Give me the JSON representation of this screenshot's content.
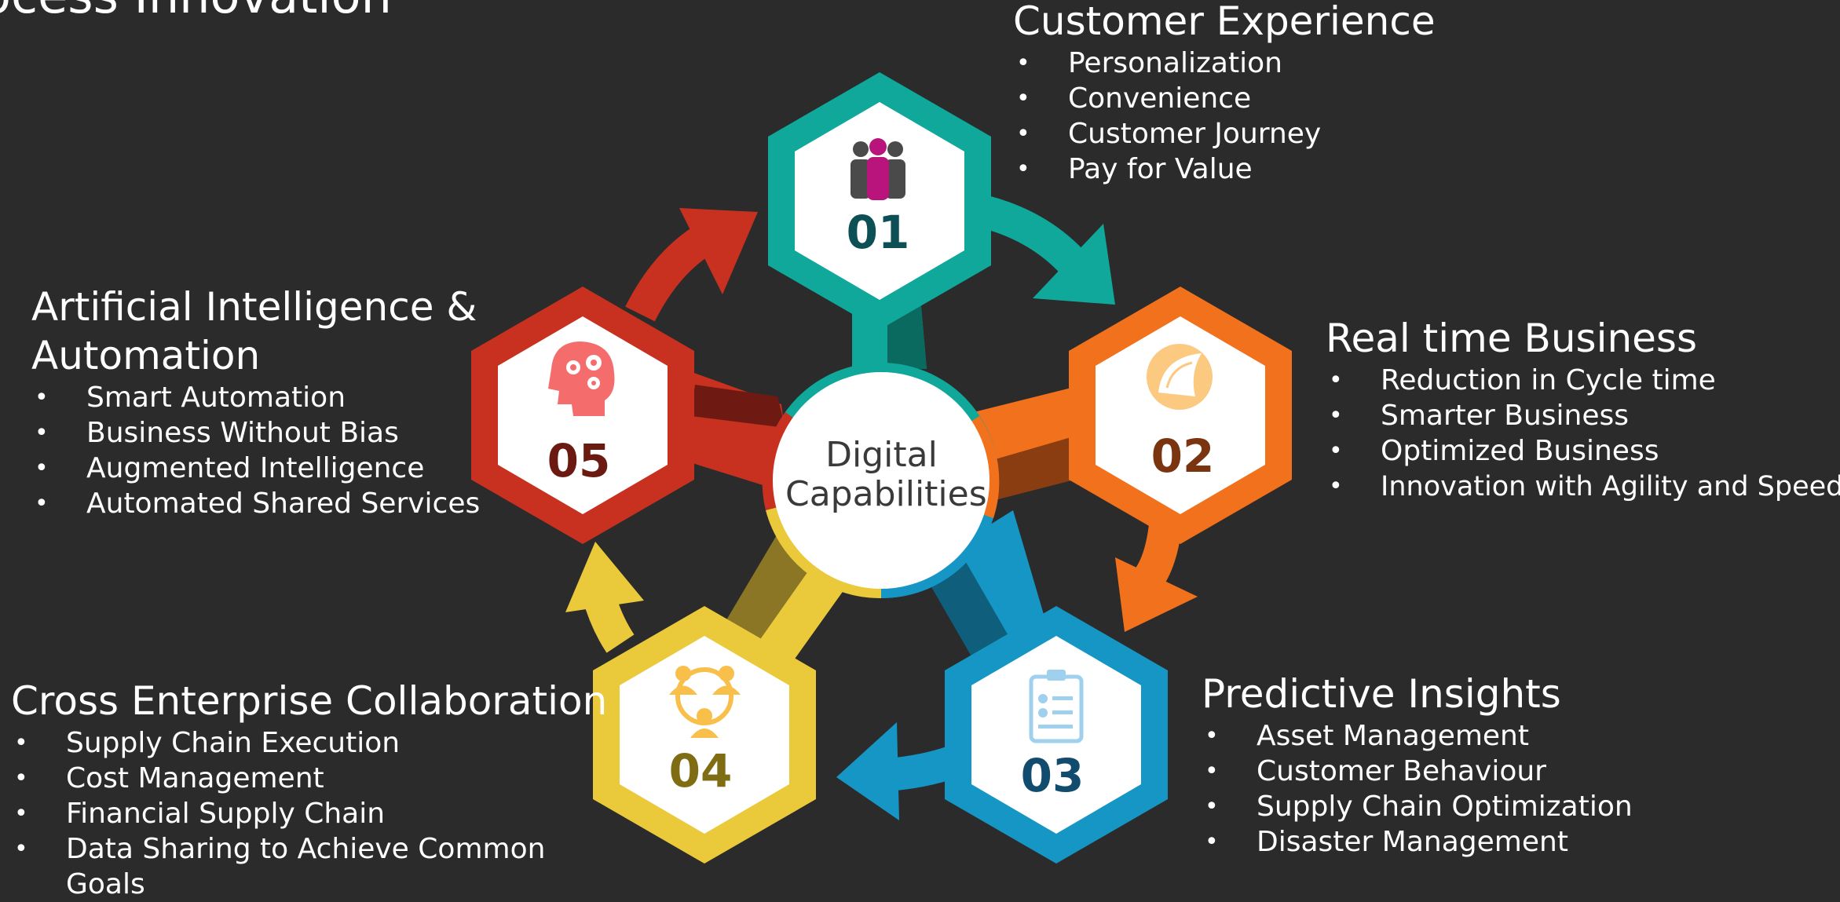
{
  "slide_title_partial": "rocess Innovation",
  "center": {
    "line1": "Digital",
    "line2": "Capabilities"
  },
  "colors": {
    "background": "#2b2b2b",
    "teal": "#0fa89a",
    "orange": "#f2711c",
    "blue": "#1596c5",
    "yellow": "#eac93a",
    "red": "#c8311f"
  },
  "nodes": [
    {
      "number": "01",
      "icon": "team-icon",
      "number_color": "#0c4f55"
    },
    {
      "number": "02",
      "icon": "radar-icon",
      "number_color": "#7a3410"
    },
    {
      "number": "03",
      "icon": "clipboard-checklist-icon",
      "number_color": "#114c6e"
    },
    {
      "number": "04",
      "icon": "collaboration-people-icon",
      "number_color": "#7f6d14"
    },
    {
      "number": "05",
      "icon": "head-gears-icon",
      "number_color": "#6b1a12"
    }
  ],
  "capabilities": [
    {
      "title": "Customer Experience",
      "items": [
        "Personalization",
        "Convenience",
        "Customer Journey",
        "Pay for Value"
      ]
    },
    {
      "title": "Real time Business",
      "items": [
        "Reduction in Cycle time",
        "Smarter Business",
        "Optimized Business",
        "Innovation with Agility and Speed"
      ]
    },
    {
      "title": "Predictive Insights",
      "items": [
        "Asset Management",
        "Customer Behaviour",
        "Supply Chain Optimization",
        "Disaster Management"
      ]
    },
    {
      "title": "Cross Enterprise Collaboration",
      "items": [
        "Supply Chain Execution",
        "Cost Management",
        "Financial Supply Chain",
        "Data Sharing to Achieve Common",
        "Goals"
      ]
    },
    {
      "title_line1": "Artificial Intelligence &",
      "title_line2": "Automation",
      "items": [
        "Smart Automation",
        "Business Without Bias",
        "Augmented Intelligence",
        "Automated Shared Services"
      ]
    }
  ]
}
